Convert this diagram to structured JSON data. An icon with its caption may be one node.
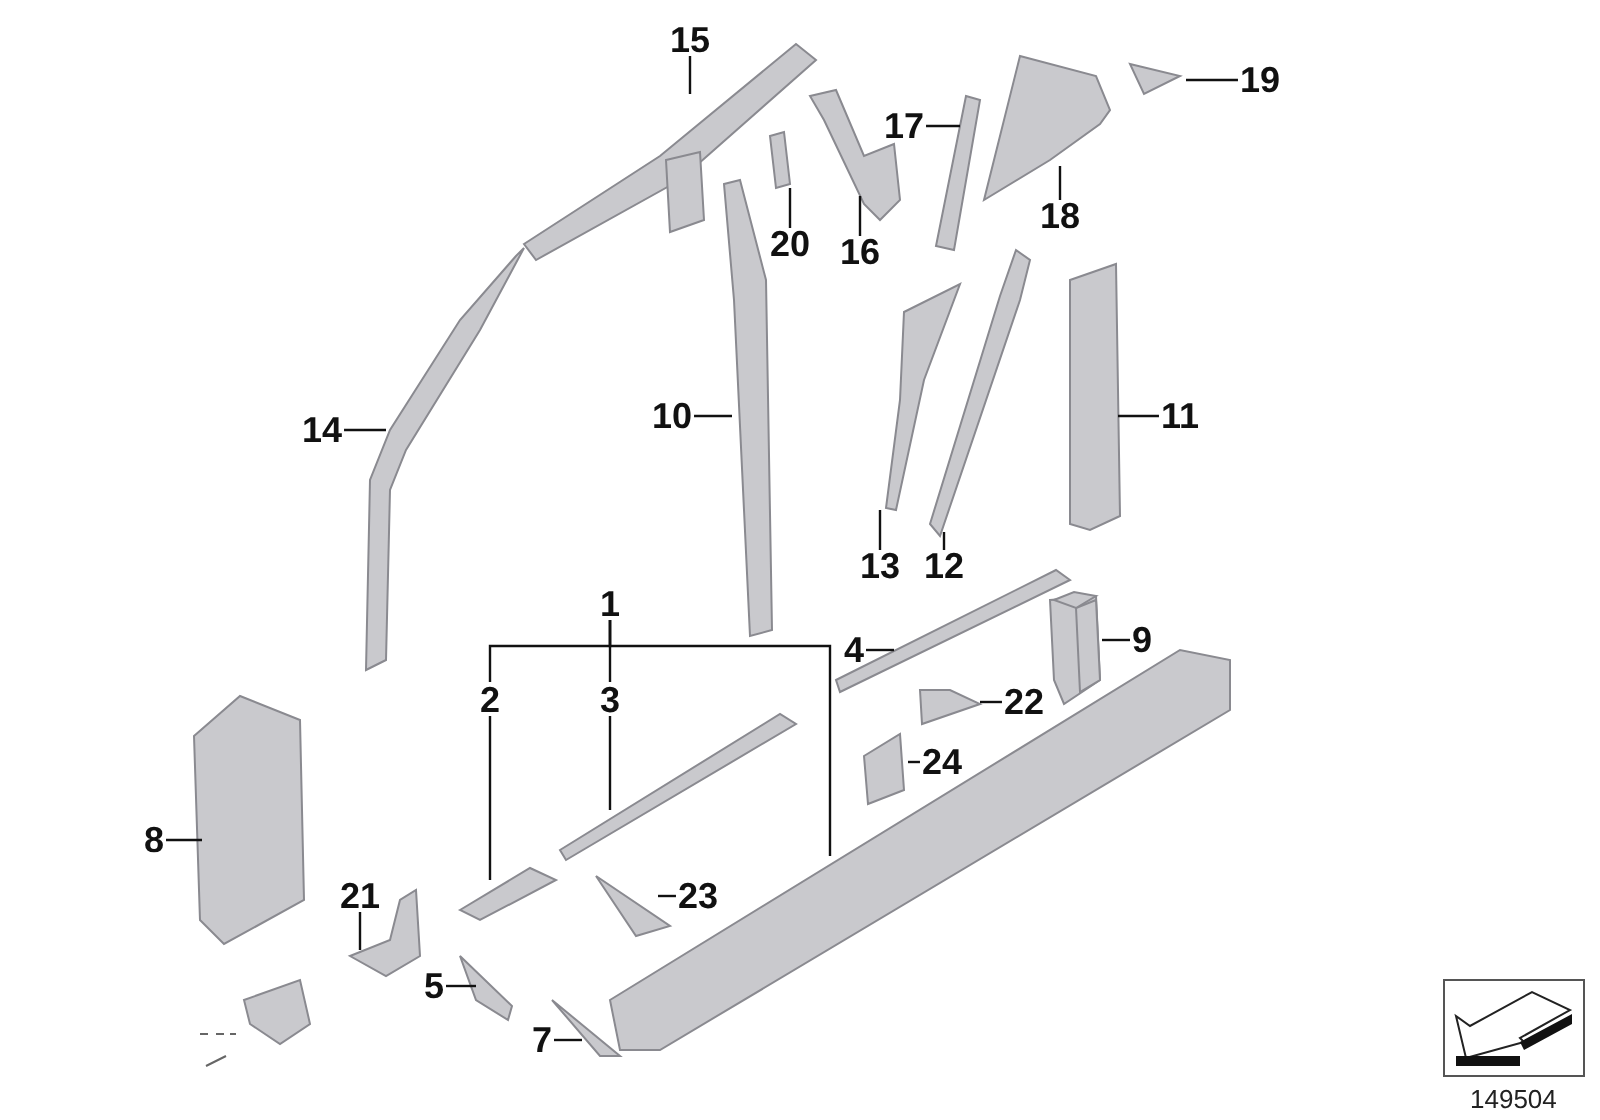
{
  "diagram": {
    "nodes": [
      {
        "text": [
          "15"
        ]
      },
      {
        "text": [],
        "shape": "picture"
      },
      {
        "text": [
          "19"
        ]
      },
      {
        "text": [],
        "shape": "picture"
      },
      {
        "text": [
          "17"
        ]
      },
      {
        "text": [],
        "shape": "picture"
      },
      {
        "text": [
          "18"
        ]
      },
      {
        "text": [],
        "shape": "picture"
      },
      {
        "text": [
          "20"
        ]
      },
      {
        "text": [],
        "shape": "picture"
      },
      {
        "text": [
          "16"
        ]
      },
      {
        "text": [],
        "shape": "picture"
      },
      {
        "text": [
          "10"
        ]
      },
      {
        "text": [],
        "shape": "picture"
      },
      {
        "text": [
          "11"
        ]
      },
      {
        "text": [],
        "shape": "picture"
      },
      {
        "text": [
          "14"
        ]
      },
      {
        "text": [],
        "shape": "picture"
      },
      {
        "text": [
          "13"
        ]
      },
      {
        "text": [],
        "shape": "picture"
      },
      {
        "text": [
          "12"
        ]
      },
      {
        "text": [],
        "shape": "picture"
      },
      {
        "text": [
          "1"
        ]
      },
      {
        "text": [
          "2"
        ]
      },
      {
        "text": [
          "3"
        ]
      },
      {
        "text": [
          "4"
        ]
      },
      {
        "text": [],
        "shape": "picture"
      },
      {
        "text": [
          "9"
        ]
      },
      {
        "text": [],
        "shape": "picture"
      },
      {
        "text": [
          "22"
        ]
      },
      {
        "text": [],
        "shape": "picture"
      },
      {
        "text": [
          "24"
        ]
      },
      {
        "text": [],
        "shape": "picture"
      },
      {
        "text": [
          "8"
        ]
      },
      {
        "text": [],
        "shape": "picture"
      },
      {
        "text": [],
        "shape": "picture"
      },
      {
        "text": [],
        "shape": "picture"
      },
      {
        "text": [
          "21"
        ]
      },
      {
        "text": [],
        "shape": "picture"
      },
      {
        "text": [
          "23"
        ]
      },
      {
        "text": [],
        "shape": "picture"
      },
      {
        "text": [],
        "shape": "picture"
      },
      {
        "text": [
          "5"
        ]
      },
      {
        "text": [],
        "shape": "picture"
      },
      {
        "text": [
          "7"
        ]
      },
      {
        "text": [],
        "shape": "picture"
      }
    ],
    "edges": [
      {
        "from": 0,
        "to": 1,
        "arrow": "none"
      },
      {
        "from": 2,
        "to": 3,
        "arrow": "none"
      },
      {
        "from": 4,
        "to": 5,
        "arrow": "none"
      },
      {
        "from": 6,
        "to": 7,
        "arrow": "none"
      },
      {
        "from": 8,
        "to": 9,
        "arrow": "none"
      },
      {
        "from": 10,
        "to": 11,
        "arrow": "none"
      },
      {
        "from": 12,
        "to": 13,
        "arrow": "none"
      },
      {
        "from": 14,
        "to": 15,
        "arrow": "none"
      },
      {
        "from": 16,
        "to": 17,
        "arrow": "none"
      },
      {
        "from": 18,
        "to": 19,
        "arrow": "none"
      },
      {
        "from": 20,
        "to": 21,
        "arrow": "none"
      },
      {
        "from": 22,
        "to": 41,
        "arrow": "none"
      },
      {
        "from": 22,
        "to": 23,
        "arrow": "none"
      },
      {
        "from": 22,
        "to": 24,
        "arrow": "none"
      },
      {
        "from": 23,
        "to": 36,
        "arrow": "none"
      },
      {
        "from": 24,
        "to": 35,
        "arrow": "none"
      },
      {
        "from": 25,
        "to": 26,
        "arrow": "none"
      },
      {
        "from": 27,
        "to": 28,
        "arrow": "none"
      },
      {
        "from": 29,
        "to": 30,
        "arrow": "none"
      },
      {
        "from": 31,
        "to": 32,
        "arrow": "none"
      },
      {
        "from": 33,
        "to": 34,
        "arrow": "none"
      },
      {
        "from": 37,
        "to": 38,
        "arrow": "none"
      },
      {
        "from": 39,
        "to": 40,
        "arrow": "none"
      },
      {
        "from": 42,
        "to": 43,
        "arrow": "none"
      },
      {
        "from": 44,
        "to": 45,
        "arrow": "none"
      }
    ],
    "labels": [
      "149504"
    ]
  }
}
